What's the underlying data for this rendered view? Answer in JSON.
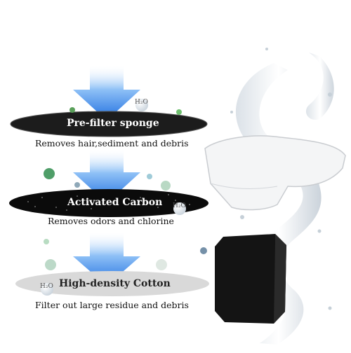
{
  "layers": [
    {
      "label": "Pre-filter sponge",
      "caption": "Removes hair,sediment and debris"
    },
    {
      "label": "Activated Carbon",
      "caption": "Removes odors and chlorine"
    },
    {
      "label": "High-density Cotton",
      "caption": "Filter out large residue and debris"
    }
  ],
  "molecule_label": "H₂O",
  "colors": {
    "arrow": "#2f7fe6",
    "sponge": "#1a1a1a",
    "carbon": "#0d0d0d",
    "cotton": "#d9d9d9"
  }
}
